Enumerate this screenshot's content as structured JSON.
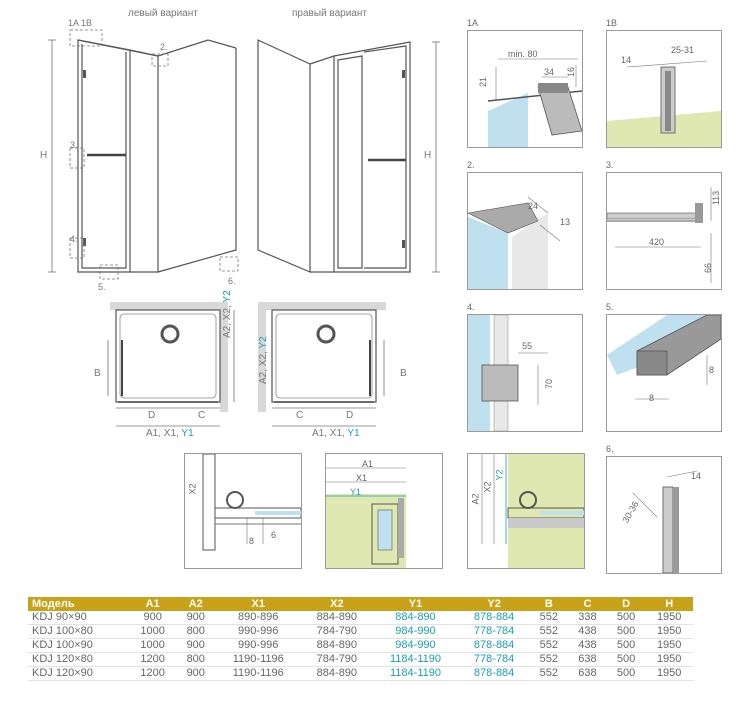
{
  "views": {
    "left_label": "левый вариант",
    "right_label": "правый вариант"
  },
  "elev": {
    "h": "H",
    "m1a1b": "1A 1B",
    "m2": "2.",
    "m3": "3.",
    "m4": "4.",
    "m5": "5.",
    "m6": "6."
  },
  "plan": {
    "b": "B",
    "d": "D",
    "c": "C",
    "a1_pre": "A1, X1, ",
    "y1": "Y1",
    "a2_pre": "A2, X2, ",
    "y2": "Y2"
  },
  "details": {
    "d1a": {
      "label": "1A",
      "min80": "min. 80",
      "v34": "34",
      "v16": "16",
      "v21": "21"
    },
    "d1b": {
      "label": "1B",
      "v14": "14",
      "v2531": "25-31"
    },
    "d2": {
      "label": "2.",
      "v24": "24",
      "v13": "13"
    },
    "d3": {
      "label": "3.",
      "v113": "113",
      "v420": "420",
      "v66": "66"
    },
    "d4": {
      "label": "4.",
      "v55": "55",
      "v70": "70"
    },
    "d5": {
      "label": "5.",
      "v8a": "8",
      "v8b": "8"
    },
    "d6": {
      "label": "6.",
      "v14": "14",
      "v3036": "30-36"
    }
  },
  "sections": {
    "s1": {
      "x2": "X2",
      "v8": "8",
      "v6": "6"
    },
    "s2": {
      "a1": "A1",
      "x1": "X1",
      "y1": "Y1"
    },
    "s3": {
      "a2": "A2",
      "x2": "X2",
      "y2": "Y2"
    }
  },
  "table": {
    "headers": [
      "Модель",
      "A1",
      "A2",
      "X1",
      "X2",
      "Y1",
      "Y2",
      "B",
      "C",
      "D",
      "H"
    ],
    "rows": [
      [
        "KDJ 90×90",
        "900",
        "900",
        "890-896",
        "884-890",
        "884-890",
        "878-884",
        "552",
        "338",
        "500",
        "1950"
      ],
      [
        "KDJ 100×80",
        "1000",
        "800",
        "990-996",
        "784-790",
        "984-990",
        "778-784",
        "552",
        "438",
        "500",
        "1950"
      ],
      [
        "KDJ 100×90",
        "1000",
        "900",
        "990-996",
        "884-890",
        "984-990",
        "878-884",
        "552",
        "438",
        "500",
        "1950"
      ],
      [
        "KDJ 120×80",
        "1200",
        "800",
        "1190-1196",
        "784-790",
        "1184-1190",
        "778-784",
        "552",
        "638",
        "500",
        "1950"
      ],
      [
        "KDJ 120×90",
        "1200",
        "900",
        "1190-1196",
        "884-890",
        "1184-1190",
        "878-884",
        "552",
        "638",
        "500",
        "1950"
      ]
    ]
  },
  "colors": {
    "header": "#c8a31a",
    "teal": "#1a9fb5",
    "glass": "#bfe0ee",
    "floor": "#dfe8b0"
  }
}
